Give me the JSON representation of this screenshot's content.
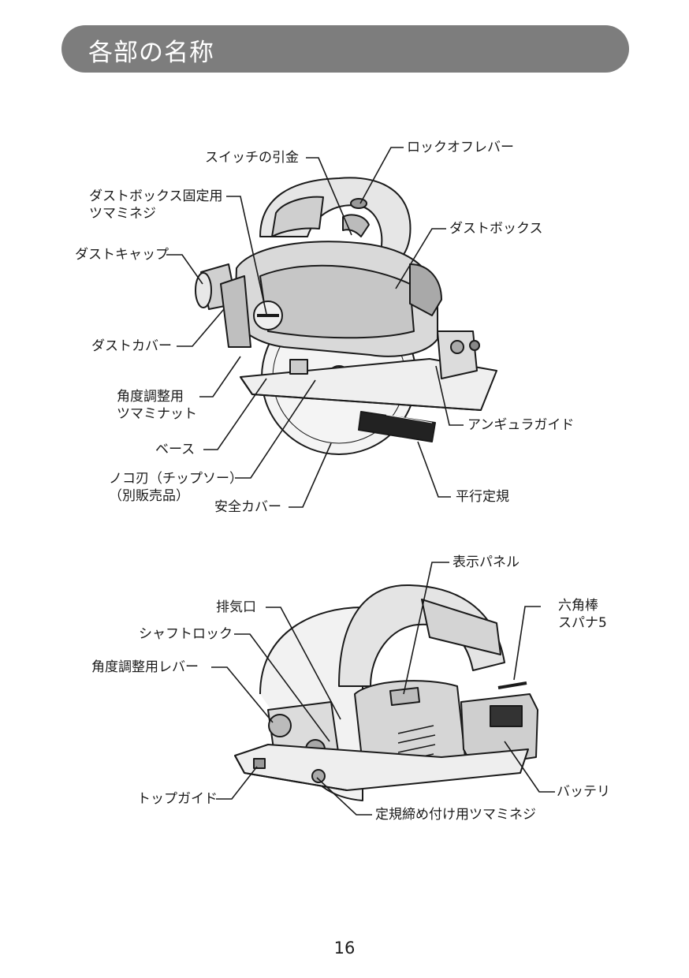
{
  "header": {
    "title": "各部の名称"
  },
  "figure_top": {
    "labels": {
      "switch_trigger": "スイッチの引金",
      "lock_off_lever": "ロックオフレバー",
      "dust_box_knob": "ダストボックス固定用\nツマミネジ",
      "dust_box": "ダストボックス",
      "dust_cap": "ダストキャップ",
      "dust_cover": "ダストカバー",
      "angle_knob_nut": "角度調整用\nツマミナット",
      "angular_guide": "アンギュラガイド",
      "base": "ベース",
      "saw_blade": "ノコ刃（チップソー）\n（別販売品）",
      "safety_cover": "安全カバー",
      "parallel_ruler": "平行定規"
    }
  },
  "figure_bottom": {
    "labels": {
      "display_panel": "表示パネル",
      "exhaust_port": "排気口",
      "hex_wrench": "六角棒\nスパナ5",
      "shaft_lock": "シャフトロック",
      "angle_lever": "角度調整用レバー",
      "top_guide": "トップガイド",
      "battery": "バッテリ",
      "ruler_knob": "定規締め付け用ツマミネジ"
    }
  },
  "footer": {
    "page_number": "16"
  }
}
